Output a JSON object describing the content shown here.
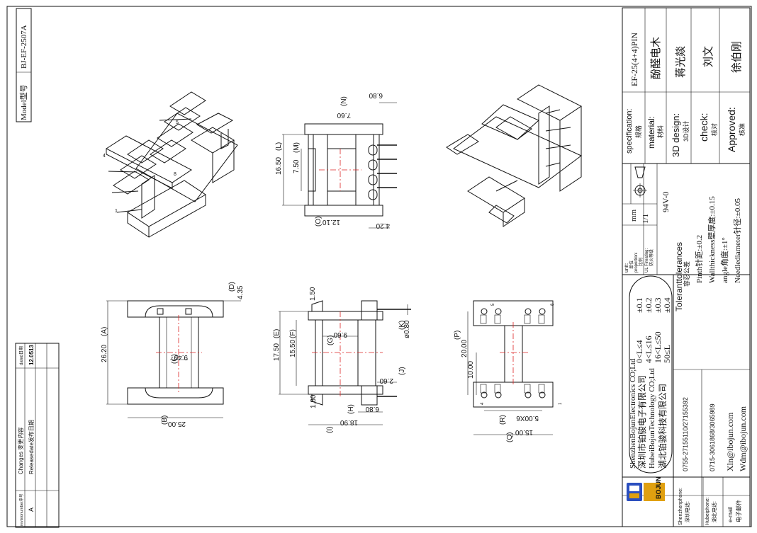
{
  "model": {
    "label": "Model型号",
    "value": "BJ-EF-2507A"
  },
  "changes_table": {
    "headers": [
      "revisionumber序号",
      "Changes 变更内容",
      "dated日期"
    ],
    "rows": [
      {
        "rev": "A",
        "change": "Releasedate发布日期",
        "date": "12.0513"
      }
    ]
  },
  "title_block": {
    "specification_label": "specification:",
    "specification_cn": "规格",
    "specification_value": "EF-25(4+4)PIN",
    "material_label": "material:",
    "material_cn": "材料",
    "material_value": "酚醛电木",
    "design_label": "3D design:",
    "design_cn": "3D设计",
    "design_value": "蒋光燚",
    "check_label": "check:",
    "check_cn": "核对",
    "check_value": "刘文",
    "approved_label": "Approved:",
    "approved_cn": "核准",
    "approved_value": "徐伯刚",
    "unit_label": "unit:",
    "unit_cn": "单位",
    "unit_value": "mm",
    "proportion_label": "proportion:",
    "proportion_cn": "比例",
    "proportion_value": "1/1",
    "ul_label": "UL Fireating:",
    "ul_cn": "防火等级",
    "ul_value": "94V-0",
    "tolerances_label": "Toleranttolerances",
    "tolerances_cn": "容忍公差",
    "tolerance_rows": [
      {
        "range": "0<L≤4",
        "value": "±0.1"
      },
      {
        "range": "4<L≤16",
        "value": "±0.2"
      },
      {
        "range": "16<L≤50",
        "value": "±0.3"
      },
      {
        "range": "50≤L",
        "value": "±0.4"
      }
    ],
    "tolerance_notes": [
      "Pinth针距:±0.2",
      "Wallthickness壁厚度:±0.15",
      "angle角度:±1°",
      "Needlediameter针径:±0.05"
    ],
    "company_lines": [
      "ShenzhenBojunElectronics CO;Ltd",
      "深圳市铂骏电子有限公司",
      "HubeiBojunTechnology CO;Ltd",
      "湖北铂骏科技有限公司"
    ],
    "brand": "BOJUN",
    "contacts": [
      {
        "label": "Shenzhenphone:",
        "cn": "深圳电话:",
        "value": "0755-27155110/27155392"
      },
      {
        "label": "Hubeiphone:",
        "cn": "湖北电话:",
        "value": "0715-3061868/3065989"
      },
      {
        "label": "e-mail",
        "cn": "电子邮件",
        "value": "Xln@ibojun.com",
        "value2": "Wdm@ibojun.com"
      }
    ]
  },
  "dimensions": {
    "A": "26.20",
    "B": "25.00",
    "C": "9.40",
    "D": "4.35",
    "E": "17.50",
    "F": "15.50",
    "G": "9.60",
    "H": "6.80",
    "I": "18.90",
    "J": "2.60",
    "K": "ø0.80",
    "L": "16.50",
    "M": "7.50",
    "N": "7.60",
    "O": "12.10",
    "P": "20.00",
    "Q": "15.00",
    "R": "5.00X6",
    "S": "10.00",
    "t150": "1.50",
    "t180": "1.80",
    "t420": "4.20",
    "t680b": "6.80",
    "letters": {
      "A": "(A)",
      "B": "(B)",
      "C": "(C)",
      "D": "(D)",
      "E": "(E)",
      "F": "(F)",
      "G": "(G)",
      "H": "(H)",
      "I": "(I)",
      "J": "(J)",
      "K": "(K)",
      "L": "(L)",
      "M": "(M)",
      "N": "(N)",
      "O": "(O)",
      "P": "(P)",
      "Q": "(Q)",
      "R": "(R)"
    }
  },
  "pin_numbers": [
    "1",
    "4",
    "5",
    "8"
  ]
}
